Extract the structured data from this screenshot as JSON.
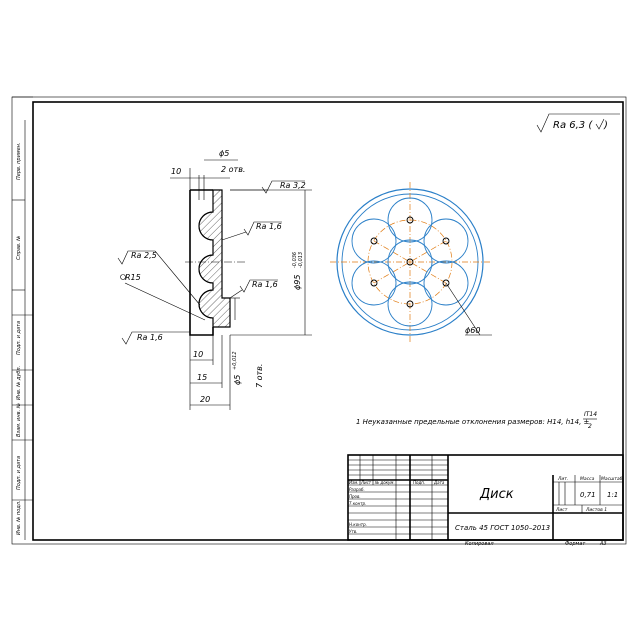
{
  "roughness_general": "Ra 6,3 (",
  "roughness_general_close": ")",
  "section_view": {
    "dim_hole_dia": "ϕ5",
    "dim_hole_count": "2 отв.",
    "dim_left_10": "10",
    "ra_top": "Ra 3,2",
    "ra_left": "Ra 2,5",
    "ra_mid": "Ra 1,6",
    "ra_right": "Ra 1,6",
    "ra_bottom": "Ra 1,6",
    "radius": "R15",
    "dim_outer": "ϕ95",
    "dim_outer_tol_upper": "-0,036",
    "dim_outer_tol_lower": "-0,013",
    "dim_10": "10",
    "dim_15": "15",
    "dim_20": "20",
    "dim_hole2_dia": "ϕ5",
    "dim_hole2_tol": "+0,012",
    "dim_hole2_count": "7 отв."
  },
  "front_view": {
    "dim_pitch": "ϕ60"
  },
  "note": {
    "text": "1 Неуказанные предельные отклонения размеров: H14, h14, ±",
    "fraction_num": "IT14",
    "fraction_den": "2"
  },
  "side_stamps": [
    "Перв. примен.",
    "Справ. №",
    "Подп. и дата",
    "Инв. № дубл.",
    "Взам. инв. №",
    "Подп. и дата",
    "Инв. № подл."
  ],
  "title_block": {
    "part_name": "Диск",
    "material": "Сталь 45 ГОСТ 1050–2013",
    "hdr_lit": "Лит.",
    "hdr_mass": "Масса",
    "hdr_scale": "Масштаб",
    "mass": "0,71",
    "scale": "1:1",
    "sheet": "Лист",
    "sheets": "Листов 1",
    "rows": [
      "Изм.",
      "Лист",
      "№ докум.",
      "Подп.",
      "Дата"
    ],
    "roles": [
      "Разраб.",
      "Пров.",
      "Т.контр.",
      "",
      "Н.контр.",
      "Утв."
    ],
    "copied": "Копировал",
    "format": "Формат",
    "format_value": "А3"
  }
}
